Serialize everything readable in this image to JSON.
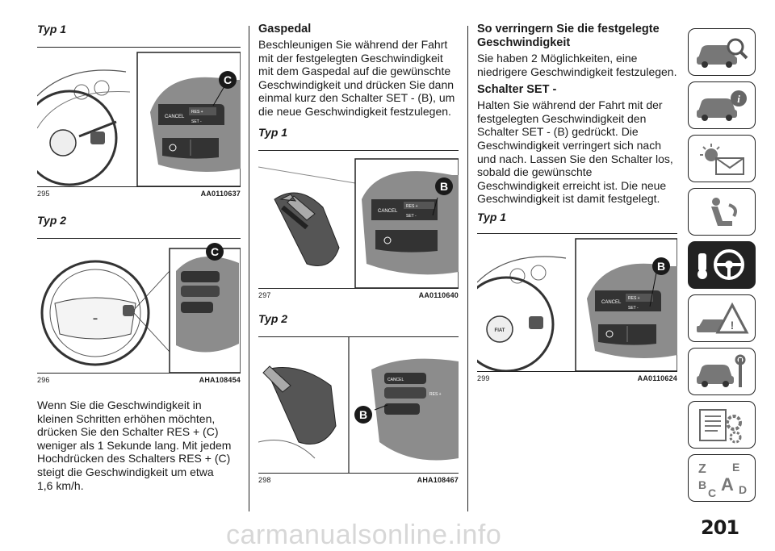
{
  "columns": {
    "left": {
      "typ1": "Typ 1",
      "fig295": {
        "num": "295",
        "code": "AA0110637"
      },
      "typ2": "Typ 2",
      "fig296": {
        "num": "296",
        "code": "AHA108454"
      },
      "para": [
        "Wenn Sie die Geschwindigkeit in",
        "kleinen Schritten erhöhen möchten,",
        "drücken Sie den Schalter RES + (C)",
        "weniger als 1 Sekunde lang. Mit jedem",
        "Hochdrücken des Schalters RES + (C)",
        "steigt die Geschwindigkeit um etwa",
        "1,6 km/h."
      ]
    },
    "middle": {
      "heading": "Gaspedal",
      "para": [
        "Beschleunigen Sie während der Fahrt",
        "mit der festgelegten Geschwindigkeit",
        "mit dem Gaspedal auf die gewünschte",
        "Geschwindigkeit und drücken Sie dann",
        "einmal kurz den Schalter SET - (B), um",
        "die neue Geschwindigkeit festzulegen."
      ],
      "typ1": "Typ 1",
      "fig297": {
        "num": "297",
        "code": "AA0110640"
      },
      "typ2": "Typ 2",
      "fig298": {
        "num": "298",
        "code": "AHA108467"
      }
    },
    "right": {
      "heading": [
        "So verringern Sie die festgelegte",
        "Geschwindigkeit"
      ],
      "para1": [
        "Sie haben 2 Möglichkeiten, eine",
        "niedrigere Geschwindigkeit festzulegen."
      ],
      "subheading": "Schalter SET -",
      "para2": [
        "Halten Sie während der Fahrt mit der",
        "festgelegten Geschwindigkeit den",
        "Schalter SET - (B) gedrückt. Die",
        "Geschwindigkeit verringert sich nach",
        "und nach. Lassen Sie den Schalter los,",
        "sobald die gewünschte",
        "Geschwindigkeit erreicht ist. Die neue",
        "Geschwindigkeit ist damit festgelegt."
      ],
      "typ1": "Typ 1",
      "fig299": {
        "num": "299",
        "code": "AA0110624"
      }
    }
  },
  "figure_labels": {
    "callout_c": "C",
    "callout_b": "B",
    "cancel": "CANCEL",
    "res": "RES +",
    "set": "SET -",
    "fiat": "FIAT"
  },
  "sidebar": {
    "tabs": [
      {
        "name": "car-search-icon",
        "active": false
      },
      {
        "name": "car-info-icon",
        "active": false
      },
      {
        "name": "warning-lights-message-icon",
        "active": false
      },
      {
        "name": "seat-airbag-icon",
        "active": false
      },
      {
        "name": "key-steering-wheel-icon",
        "active": true
      },
      {
        "name": "breakdown-triangle-icon",
        "active": false
      },
      {
        "name": "car-wrench-icon",
        "active": false
      },
      {
        "name": "spec-sheet-gear-icon",
        "active": false
      },
      {
        "name": "index-letters-icon",
        "active": false
      }
    ],
    "index_letters": [
      "Z",
      "E",
      "B",
      "A",
      "C",
      "D"
    ]
  },
  "page_number": "201",
  "watermark": "carmanualsonline.info",
  "colors": {
    "ink": "#1a1a1a",
    "panel_gray": "#8c8c8c",
    "button_dark": "#333333",
    "callout_bg": "#1a1a1a"
  }
}
